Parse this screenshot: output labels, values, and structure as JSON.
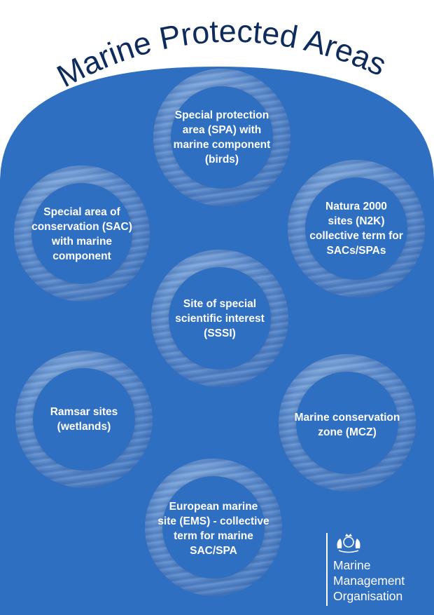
{
  "title": "Marine Protected Areas",
  "nodes": [
    {
      "id": "spa",
      "label_lines": [
        "Special protection",
        "area (SPA) with",
        "marine component",
        "(birds)"
      ]
    },
    {
      "id": "sac",
      "label_lines": [
        "Special area of",
        "conservation (SAC)",
        "with marine",
        "component"
      ]
    },
    {
      "id": "n2k",
      "label_lines": [
        "Natura 2000",
        "sites (N2K)",
        "collective term for",
        "SACs/SPAs"
      ]
    },
    {
      "id": "sssi",
      "label_lines": [
        "Site of special",
        "scientific interest",
        "(SSSI)"
      ]
    },
    {
      "id": "ramsar",
      "label_lines": [
        "Ramsar sites",
        "(wetlands)"
      ]
    },
    {
      "id": "mcz",
      "label_lines": [
        "Marine conservation",
        "zone (MCZ)"
      ]
    },
    {
      "id": "ems",
      "label_lines": [
        "European marine",
        "site (EMS) - collective",
        "term for marine",
        "SAC/SPA"
      ]
    }
  ],
  "organisation": {
    "lines": [
      "Marine",
      "Management",
      "Organisation"
    ],
    "crest_icon": "royal-crest-icon"
  },
  "colors": {
    "background_blue": "#2f6fc1",
    "title_navy": "#0d2b5c",
    "text": "#ffffff"
  }
}
